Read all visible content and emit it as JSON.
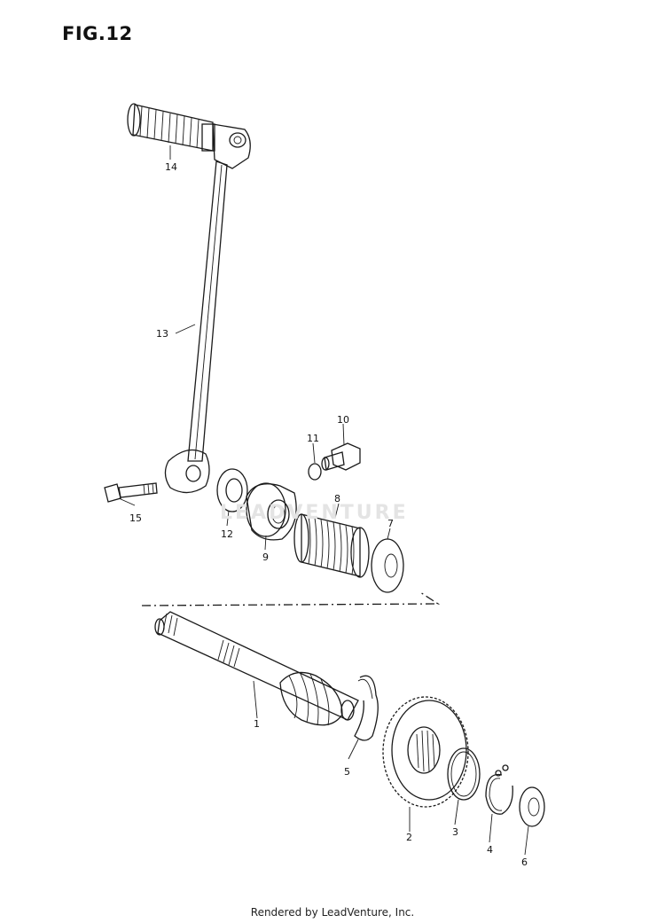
{
  "figure": {
    "title": "FIG.12",
    "watermark": "LEADVENTURE",
    "footer": "Rendered by LeadVenture, Inc."
  },
  "callouts": [
    {
      "id": "1",
      "label": "1"
    },
    {
      "id": "2",
      "label": "2"
    },
    {
      "id": "3",
      "label": "3"
    },
    {
      "id": "4",
      "label": "4"
    },
    {
      "id": "5",
      "label": "5"
    },
    {
      "id": "6",
      "label": "6"
    },
    {
      "id": "7",
      "label": "7"
    },
    {
      "id": "8",
      "label": "8"
    },
    {
      "id": "9",
      "label": "9"
    },
    {
      "id": "10",
      "label": "10"
    },
    {
      "id": "11",
      "label": "11"
    },
    {
      "id": "12",
      "label": "12"
    },
    {
      "id": "13",
      "label": "13"
    },
    {
      "id": "14",
      "label": "14"
    },
    {
      "id": "15",
      "label": "15"
    }
  ]
}
